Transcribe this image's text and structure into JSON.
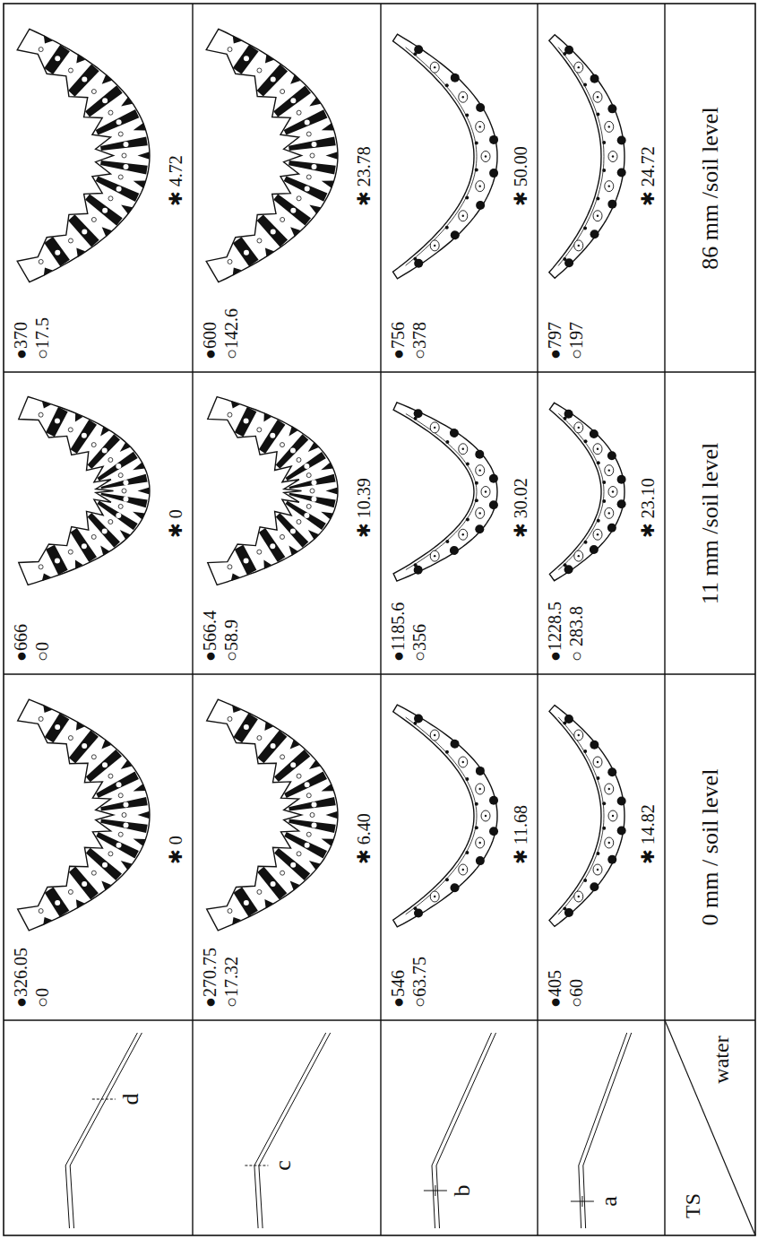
{
  "diagram": {
    "labels": [
      "water",
      "TS",
      "0 mm / soil level",
      "11 mm /soil level",
      "86 mm /soil level",
      "a",
      "b",
      "c",
      "d",
      "●405",
      "○60",
      "✱ 14.82",
      "●1228.5",
      "○ 283.8",
      "✱ 23.10",
      "●797",
      "○197",
      "✱ 24.72",
      "●546",
      "○63.75",
      "✱ 11.68",
      "●1185.6",
      "○356",
      "✱ 30.02",
      "●756",
      "○378",
      "✱ 50.00",
      "●270.75",
      "○17.32",
      "✱ 6.40",
      "●566.4",
      "○58.9",
      "✱ 10.39",
      "●600",
      "○142.6",
      "✱ 23.78",
      "●326.05",
      "○0",
      "✱ 0",
      "●666",
      "○0",
      "✱ 0",
      "●370",
      "○17.5",
      "✱ 4.72"
    ]
  }
}
